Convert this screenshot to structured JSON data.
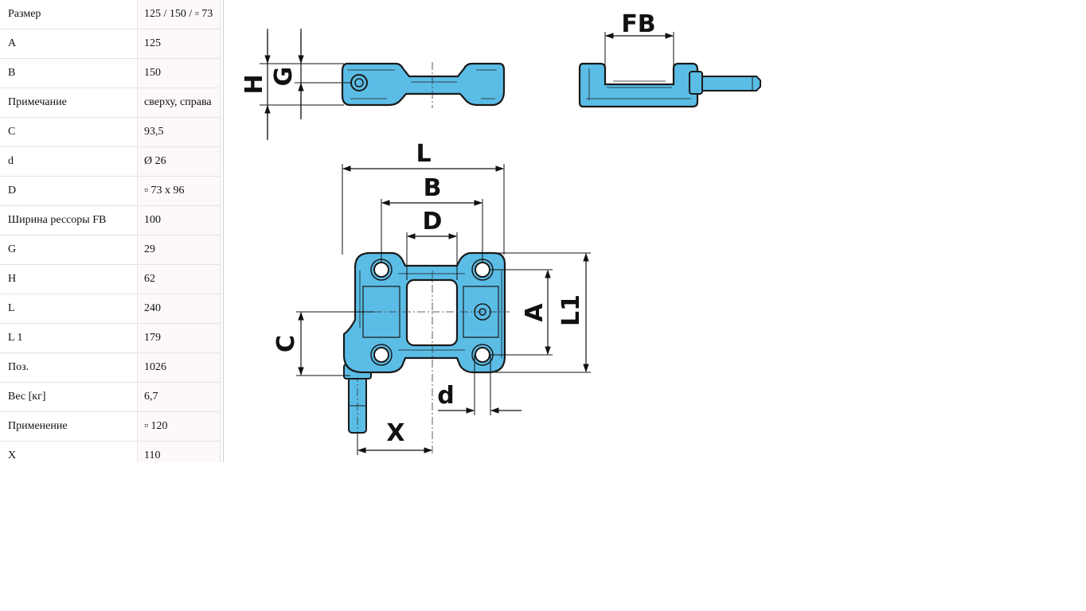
{
  "specs": [
    {
      "key": "Размер",
      "value": "125 / 150 / ▫ 73"
    },
    {
      "key": "A",
      "value": "125"
    },
    {
      "key": "B",
      "value": "150"
    },
    {
      "key": "Примечание",
      "value": "сверху, справа"
    },
    {
      "key": "C",
      "value": "93,5"
    },
    {
      "key": "d",
      "value": "Ø 26"
    },
    {
      "key": "D",
      "value": "▫ 73 x 96"
    },
    {
      "key": "Ширина рессоры FB",
      "value": "100"
    },
    {
      "key": "G",
      "value": "29"
    },
    {
      "key": "H",
      "value": "62"
    },
    {
      "key": "L",
      "value": "240"
    },
    {
      "key": "L 1",
      "value": "179"
    },
    {
      "key": "Поз.",
      "value": "1026"
    },
    {
      "key": "Вес [кг]",
      "value": "6,7"
    },
    {
      "key": "Применение",
      "value": "▫ 120"
    },
    {
      "key": "X",
      "value": "110"
    }
  ],
  "drawing": {
    "labels": {
      "H": "H",
      "G": "G",
      "FB": "FB",
      "L": "L",
      "B": "B",
      "D": "D",
      "A": "A",
      "L1": "L1",
      "C": "C",
      "d": "d",
      "X": "X"
    },
    "colors": {
      "part_fill": "#5bbde6",
      "part_stroke": "#1a1a1a",
      "dim_line": "#111111"
    }
  }
}
